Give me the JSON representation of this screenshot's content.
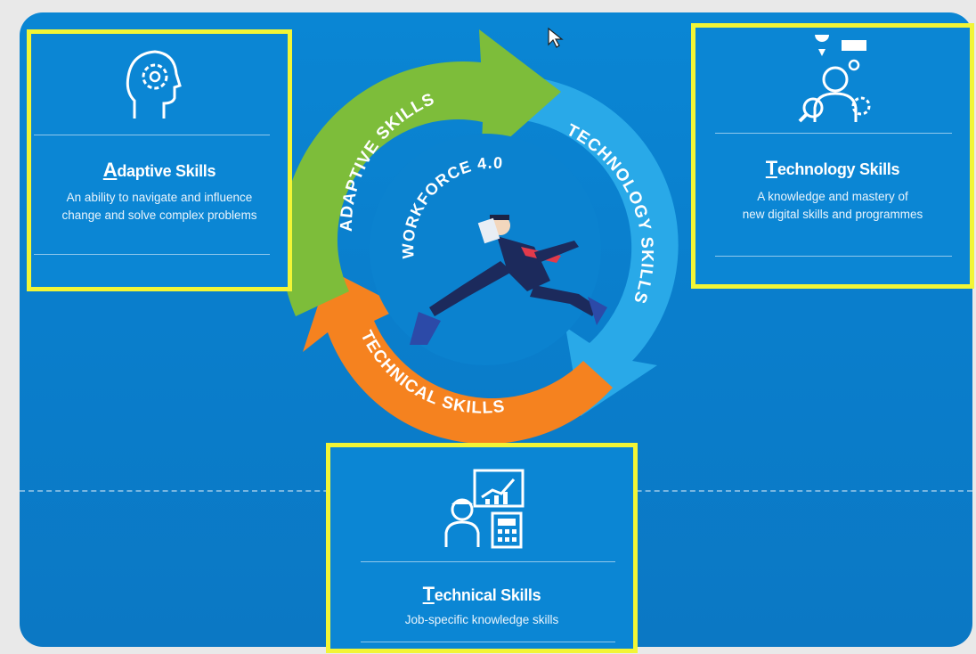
{
  "center_label": "WORKFORCE 4.0",
  "cycle": {
    "adaptive": "ADAPTIVE SKILLS",
    "technology": "TECHNOLOGY SKILLS",
    "technical": "TECHNICAL SKILLS"
  },
  "panels": {
    "adaptive": {
      "title_initial": "A",
      "title_rest": "daptive Skills",
      "desc_line1": "An ability to navigate and influence",
      "desc_line2": "change and solve complex problems"
    },
    "technology": {
      "title_initial": "T",
      "title_rest": "echnology Skills",
      "desc_line1": "A knowledge and mastery of",
      "desc_line2": "new digital skills and programmes"
    },
    "technical": {
      "title_initial": "T",
      "title_rest": "echnical Skills",
      "desc_line1": "Job-specific knowledge skills"
    }
  },
  "icons": {
    "adaptive": "head-gear-icon",
    "technology": "person-digital-icon",
    "technical": "worker-chart-icon"
  },
  "colors": {
    "background": "#0a86d4",
    "highlight_border": "#f2f536",
    "adaptive_arrow": "#7dbd3a",
    "technology_arrow": "#29a9e8",
    "technical_arrow": "#f5821f",
    "center_disc": "#0b82cf"
  }
}
